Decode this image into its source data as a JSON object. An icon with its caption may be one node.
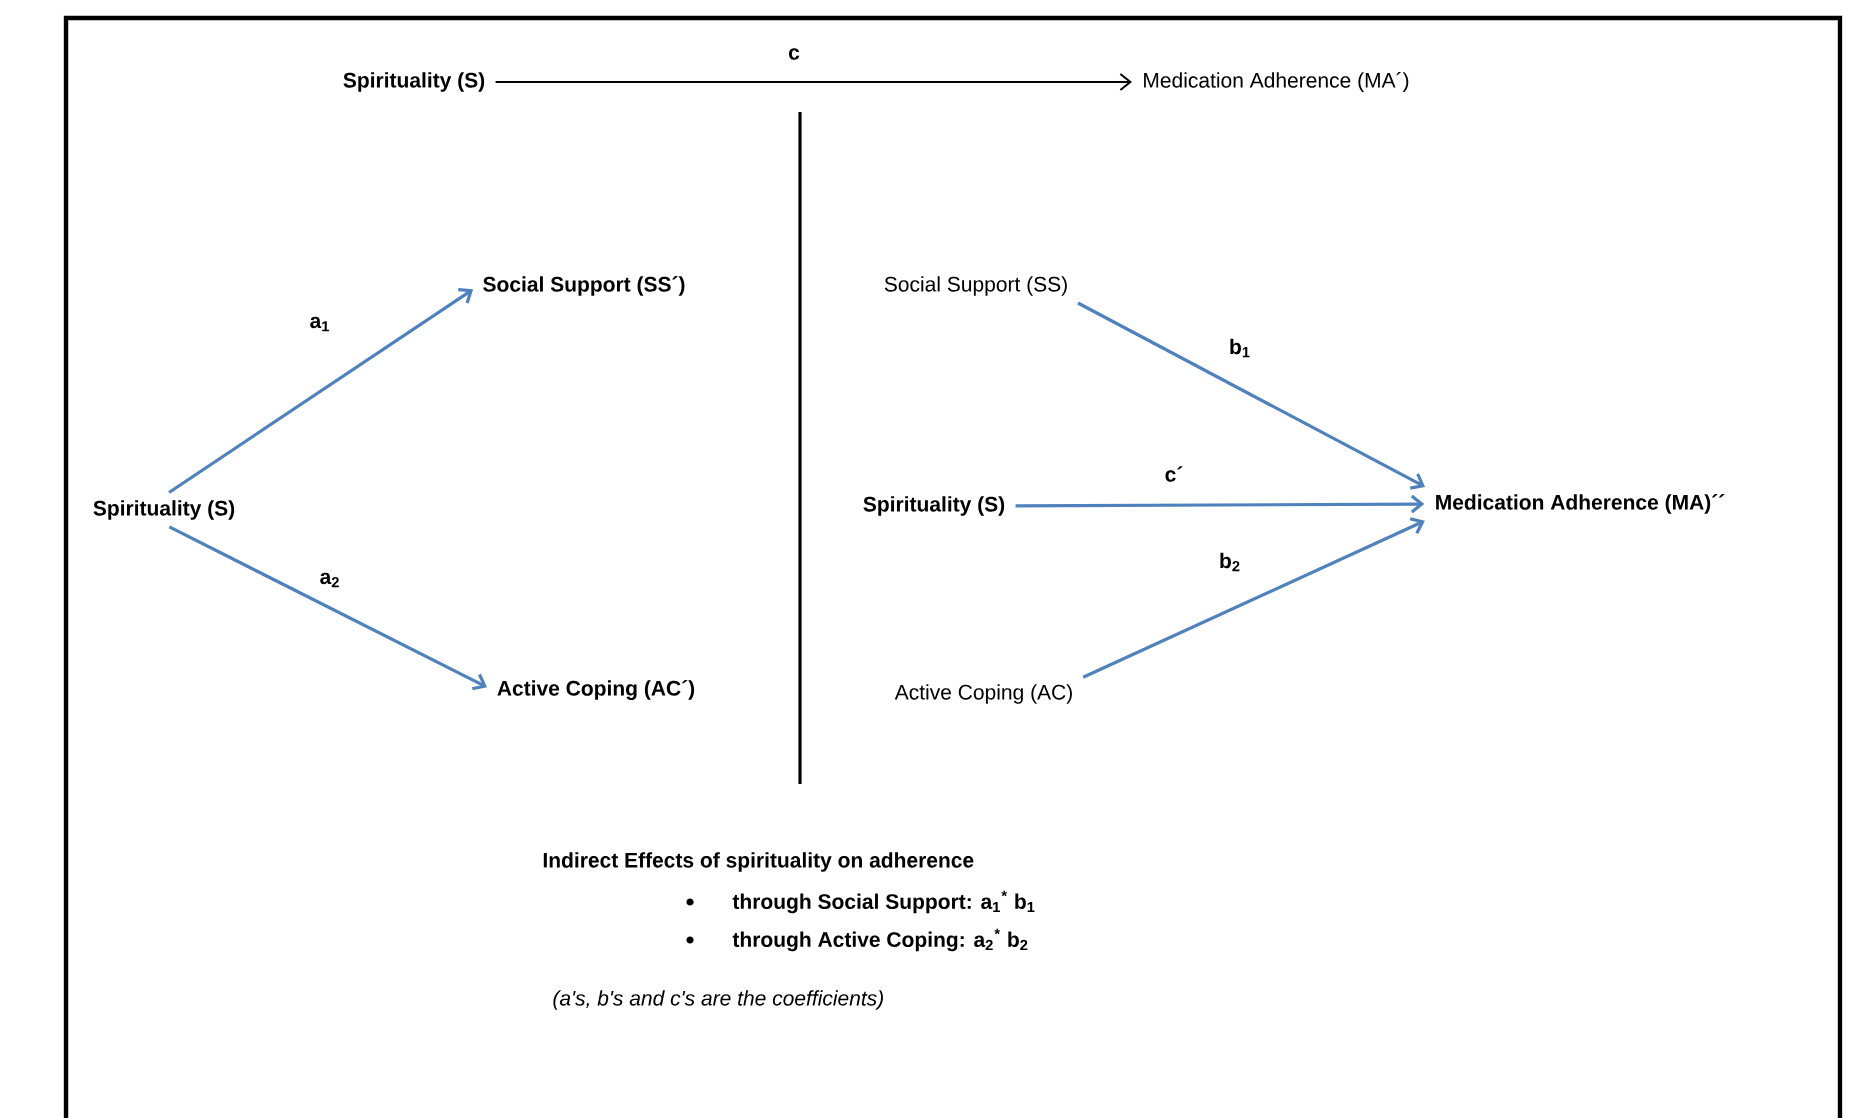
{
  "diagram": {
    "nodes": [
      {
        "text": [
          "Spirituality (S)"
        ]
      },
      {
        "text": [
          "Medication Adherence (MA´)"
        ]
      },
      {
        "text": [
          "Spirituality (S)"
        ]
      },
      {
        "text": [
          "Social Support (SS´)"
        ]
      },
      {
        "text": [
          "Active Coping (AC´)"
        ]
      },
      {
        "text": [
          "Social Support (SS)"
        ]
      },
      {
        "text": [
          "Spirituality (S)"
        ]
      },
      {
        "text": [
          "Medication Adherence (MA)´´"
        ]
      },
      {
        "text": [
          "Active Coping (AC)"
        ]
      }
    ],
    "edges": [
      {
        "from": 0,
        "to": 1,
        "arrow": "to",
        "label": "c",
        "color": "#000000"
      },
      {
        "from": 2,
        "to": 3,
        "arrow": "to",
        "label": "a$_{1}$"
      },
      {
        "from": 2,
        "to": 4,
        "arrow": "to",
        "label": "a$_{2}$"
      },
      {
        "from": 5,
        "to": 7,
        "arrow": "to",
        "label": "b$_{1}$"
      },
      {
        "from": 6,
        "to": 7,
        "arrow": "to",
        "label": "c´"
      },
      {
        "from": 8,
        "to": 7,
        "arrow": "to",
        "label": "b$_{2}$"
      }
    ],
    "labels": [
      "Indirect Effects of spirituality on adherence",
      "through Social Support: a$_{1}$$^{*}$ b$_{1}$",
      "through Active Coping: a$_{2}$$^{*}$ b$_{2}$",
      "(a's, b's and c's are the coefficients)"
    ]
  }
}
